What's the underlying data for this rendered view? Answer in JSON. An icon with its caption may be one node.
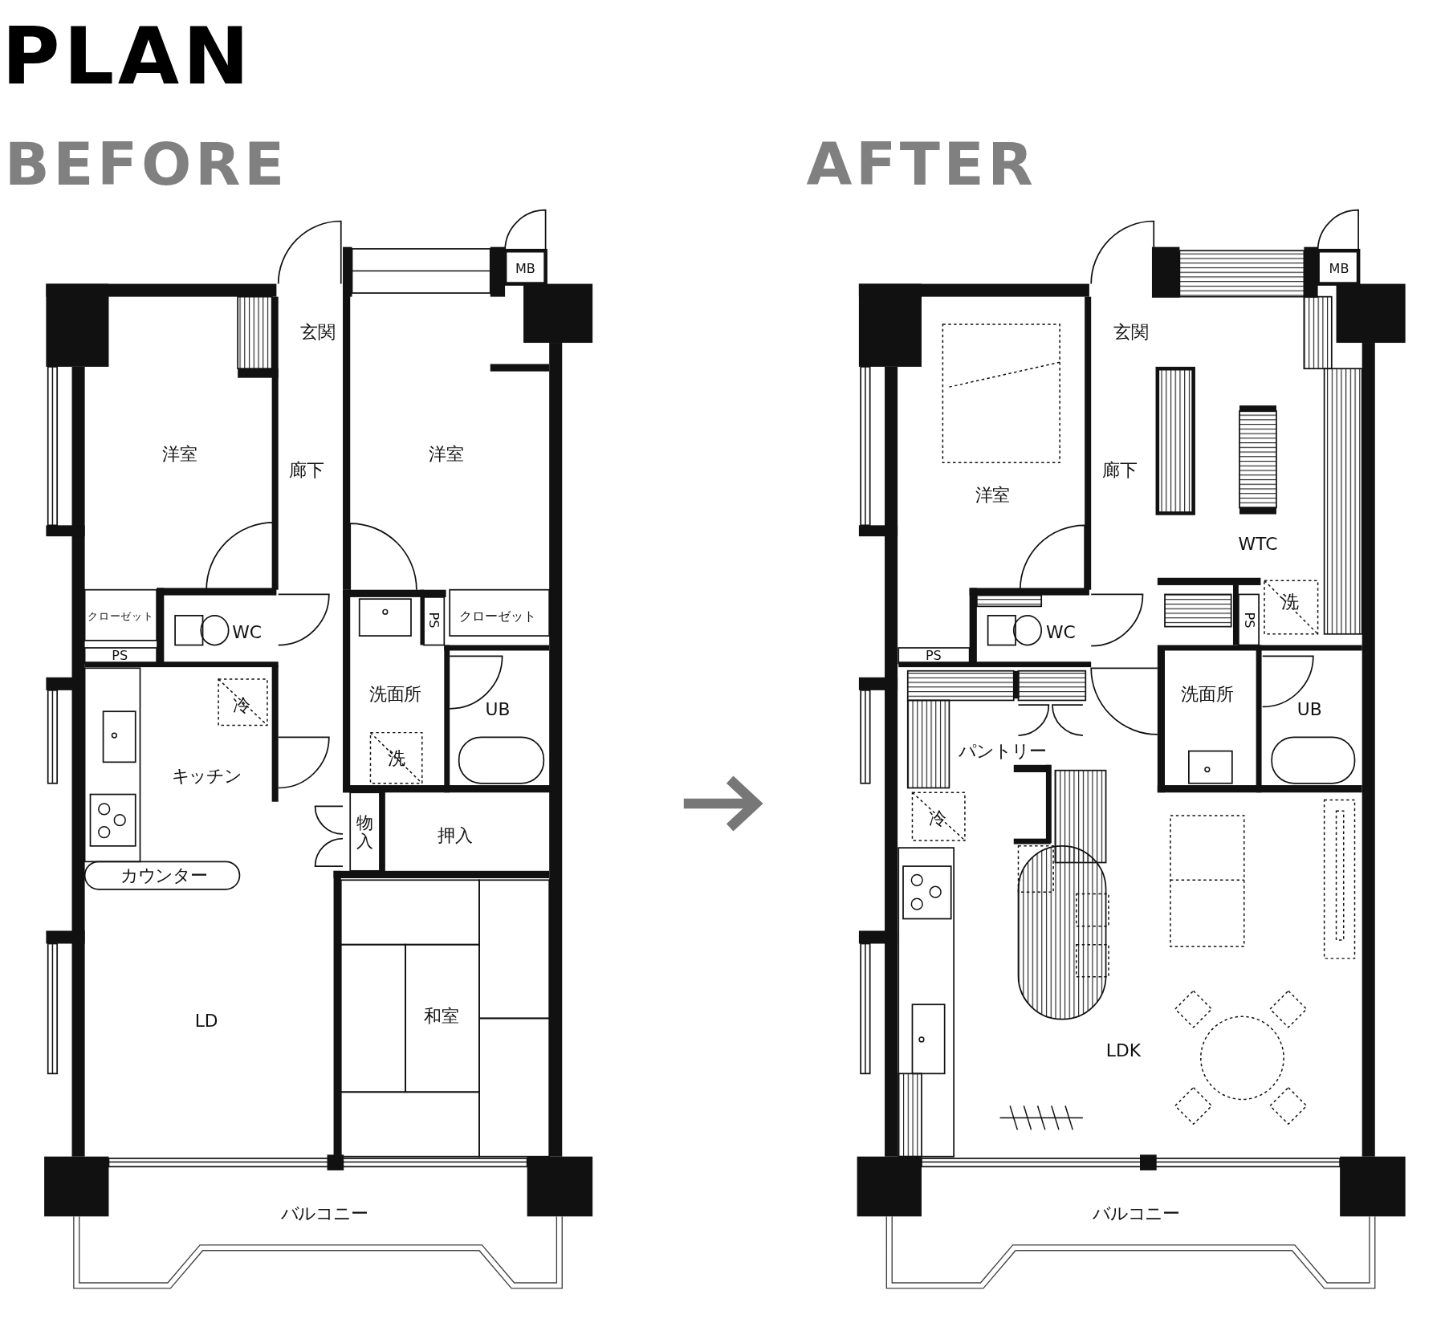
{
  "diagram": {
    "title": "PLAN",
    "labels": [
      "BEFORE",
      "AFTER",
      "玄関",
      "洋室",
      "廊下",
      "洋室",
      "MB",
      "クローゼット",
      "WC",
      "PS",
      "PS",
      "クローゼット",
      "冷",
      "洗面所",
      "UB",
      "キッチン",
      "洗",
      "物入",
      "押入",
      "カウンター",
      "LD",
      "和室",
      "バルコニー",
      "玄関",
      "MB",
      "廊下",
      "洋室",
      "WTC",
      "洗",
      "PS",
      "WC",
      "PS",
      "洗面所",
      "UB",
      "パントリー",
      "冷",
      "LDK",
      "バルコニー"
    ]
  }
}
